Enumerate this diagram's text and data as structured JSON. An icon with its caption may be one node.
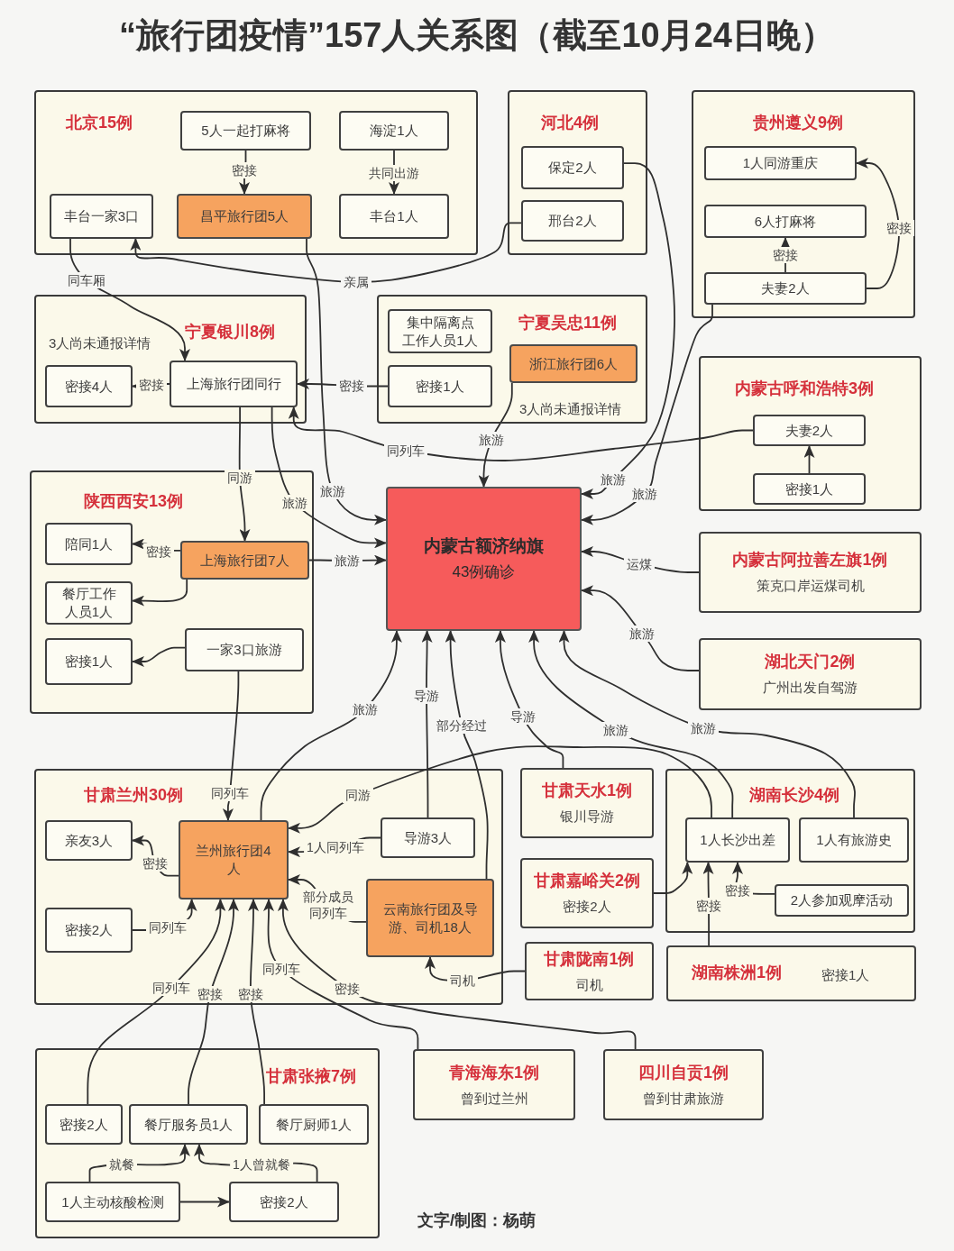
{
  "diagram": {
    "title": "“旅行团疫情”157人关系图（截至10月24日晚）",
    "nodes": [
      {
        "text": [
          "北京15例"
        ]
      },
      {
        "text": [
          "5人一起打麻将"
        ],
        "in": 0
      },
      {
        "text": [
          "海淀1人"
        ],
        "in": 0
      },
      {
        "text": [
          "丰台一家3口"
        ],
        "in": 0
      },
      {
        "text": [
          "昌平旅行团5人"
        ],
        "in": 0
      },
      {
        "text": [
          "丰台1人"
        ],
        "in": 0
      },
      {
        "text": [
          "河北4例"
        ]
      },
      {
        "text": [
          "保定2人"
        ],
        "in": 6
      },
      {
        "text": [
          "邢台2人"
        ],
        "in": 6
      },
      {
        "text": [
          "贵州遵义9例"
        ]
      },
      {
        "text": [
          "1人同游重庆"
        ],
        "in": 9
      },
      {
        "text": [
          "6人打麻将"
        ],
        "in": 9
      },
      {
        "text": [
          "夫妻2人"
        ],
        "in": 9
      },
      {
        "text": [
          "宁夏银川8例",
          "3人尚未通报详情"
        ]
      },
      {
        "text": [
          "密接4人"
        ],
        "in": 13
      },
      {
        "text": [
          "上海旅行团同行"
        ],
        "in": 13
      },
      {
        "text": [
          "宁夏吴忠11例",
          "3人尚未通报详情"
        ]
      },
      {
        "text": [
          "集中隔离点工作人员1人"
        ],
        "in": 16
      },
      {
        "text": [
          "密接1人"
        ],
        "in": 16
      },
      {
        "text": [
          "浙江旅行团6人"
        ],
        "in": 16
      },
      {
        "text": [
          "内蒙古呼和浩特3例"
        ]
      },
      {
        "text": [
          "夫妻2人"
        ],
        "in": 20
      },
      {
        "text": [
          "密接1人"
        ],
        "in": 20
      },
      {
        "text": [
          "陕西西安13例"
        ]
      },
      {
        "text": [
          "陪同1人"
        ],
        "in": 23
      },
      {
        "text": [
          "上海旅行团7人"
        ],
        "in": 23
      },
      {
        "text": [
          "餐厅工作人员1人"
        ],
        "in": 23
      },
      {
        "text": [
          "一家3口旅游"
        ],
        "in": 23
      },
      {
        "text": [
          "密接1人"
        ],
        "in": 23
      },
      {
        "text": [
          "内蒙古额济纳旗",
          "43例确诊"
        ]
      },
      {
        "text": [
          "内蒙古阿拉善左旗1例",
          "策克口岸运煤司机"
        ]
      },
      {
        "text": [
          "湖北天门2例",
          "广州出发自驾游"
        ]
      },
      {
        "text": [
          "甘肃兰州30例"
        ]
      },
      {
        "text": [
          "亲友3人"
        ],
        "in": 32
      },
      {
        "text": [
          "兰州旅行团4人"
        ],
        "in": 32
      },
      {
        "text": [
          "导游3人"
        ],
        "in": 32
      },
      {
        "text": [
          "密接2人"
        ],
        "in": 32
      },
      {
        "text": [
          "云南旅行团及导游、司机18人"
        ],
        "in": 32
      },
      {
        "text": [
          "甘肃天水1例",
          "银川导游"
        ]
      },
      {
        "text": [
          "甘肃嘉峪关2例",
          "密接2人"
        ]
      },
      {
        "text": [
          "甘肃陇南1例",
          "司机"
        ]
      },
      {
        "text": [
          "湖南长沙4例"
        ]
      },
      {
        "text": [
          "1人长沙出差"
        ],
        "in": 41
      },
      {
        "text": [
          "1人有旅游史"
        ],
        "in": 41
      },
      {
        "text": [
          "2人参加观摩活动"
        ],
        "in": 41
      },
      {
        "text": [
          "湖南株洲1例",
          "密接1人"
        ]
      },
      {
        "text": [
          "甘肃张掖7例"
        ]
      },
      {
        "text": [
          "密接2人"
        ],
        "in": 46
      },
      {
        "text": [
          "餐厅服务员1人"
        ],
        "in": 46
      },
      {
        "text": [
          "餐厅厨师1人"
        ],
        "in": 46
      },
      {
        "text": [
          "1人主动核酸检测"
        ],
        "in": 46
      },
      {
        "text": [
          "密接2人"
        ],
        "in": 46
      },
      {
        "text": [
          "青海海东1例",
          "曾到过兰州"
        ]
      },
      {
        "text": [
          "四川自贡1例",
          "曾到甘肃旅游"
        ]
      }
    ],
    "edges": [
      {
        "from": 1,
        "to": 4,
        "label": "密接",
        "arrow": "to"
      },
      {
        "from": 2,
        "to": 5,
        "label": "共同出游",
        "arrow": "to"
      },
      {
        "from": 8,
        "to": 3,
        "label": "亲属",
        "arrow": "to"
      },
      {
        "from": 3,
        "to": 15,
        "label": "同车厢",
        "arrow": "to"
      },
      {
        "from": 4,
        "to": 29,
        "label": "旅游",
        "arrow": "to"
      },
      {
        "from": 15,
        "to": 29,
        "label": "旅游",
        "arrow": "to"
      },
      {
        "from": 15,
        "to": 25,
        "label": "同游",
        "arrow": "to"
      },
      {
        "from": 18,
        "to": 15,
        "label": "密接",
        "arrow": "to"
      },
      {
        "from": 15,
        "to": 14,
        "label": "密接",
        "arrow": "to"
      },
      {
        "from": 21,
        "to": 15,
        "label": "同列车",
        "arrow": "to"
      },
      {
        "from": 19,
        "to": 29,
        "label": "旅游",
        "arrow": "to"
      },
      {
        "from": 7,
        "to": 29,
        "label": "旅游",
        "arrow": "to"
      },
      {
        "from": 12,
        "to": 29,
        "label": "旅游",
        "arrow": "to"
      },
      {
        "from": 30,
        "to": 29,
        "label": "运煤",
        "arrow": "to"
      },
      {
        "from": 31,
        "to": 29,
        "label": "旅游",
        "arrow": "to"
      },
      {
        "from": 25,
        "to": 29,
        "label": "旅游",
        "arrow": "to"
      },
      {
        "from": 25,
        "to": 24,
        "label": "密接",
        "arrow": "to"
      },
      {
        "from": 25,
        "to": 26,
        "arrow": "to"
      },
      {
        "from": 27,
        "to": 28,
        "arrow": "to"
      },
      {
        "from": 27,
        "to": 34,
        "label": "同列车",
        "arrow": "to"
      },
      {
        "from": 34,
        "to": 29,
        "label": "旅游",
        "arrow": "to"
      },
      {
        "from": 35,
        "to": 29,
        "label": "导游",
        "arrow": "to"
      },
      {
        "from": 37,
        "to": 29,
        "label": "部分经过",
        "arrow": "to"
      },
      {
        "from": 38,
        "to": 29,
        "label": "导游",
        "arrow": "to"
      },
      {
        "from": 42,
        "to": 29,
        "label": "旅游",
        "arrow": "to"
      },
      {
        "from": 43,
        "to": 29,
        "label": "旅游",
        "arrow": "to"
      },
      {
        "from": 42,
        "to": 34,
        "label": "同游",
        "arrow": "to"
      },
      {
        "from": 34,
        "to": 33,
        "label": "密接",
        "arrow": "to"
      },
      {
        "from": 36,
        "to": 34,
        "label": "同列车",
        "arrow": "to"
      },
      {
        "from": 35,
        "to": 34,
        "label": "1人同列车",
        "arrow": "to"
      },
      {
        "from": 37,
        "to": 34,
        "label": "部分成员同列车",
        "arrow": "to"
      },
      {
        "from": 47,
        "to": 34,
        "label": "同列车",
        "arrow": "to"
      },
      {
        "from": 48,
        "to": 34,
        "label": "密接",
        "arrow": "to"
      },
      {
        "from": 49,
        "to": 34,
        "label": "密接",
        "arrow": "to"
      },
      {
        "from": 52,
        "to": 34,
        "label": "同列车",
        "arrow": "to"
      },
      {
        "from": 53,
        "to": 34,
        "label": "密接",
        "arrow": "to"
      },
      {
        "from": 40,
        "to": 37,
        "label": "司机",
        "arrow": "to"
      },
      {
        "from": 39,
        "to": 42,
        "arrow": "to"
      },
      {
        "from": 44,
        "to": 42,
        "label": "密接",
        "arrow": "to"
      },
      {
        "from": 45,
        "to": 42,
        "label": "密接",
        "arrow": "to"
      },
      {
        "from": 12,
        "to": 11,
        "label": "密接",
        "arrow": "to"
      },
      {
        "from": 12,
        "to": 10,
        "label": "密接",
        "arrow": "to"
      },
      {
        "from": 22,
        "to": 21,
        "arrow": "to"
      },
      {
        "from": 50,
        "to": 51,
        "arrow": "to"
      },
      {
        "from": 50,
        "to": 48,
        "label": "就餐",
        "arrow": "to"
      },
      {
        "from": 51,
        "to": 48,
        "label": "1人曾就餐",
        "arrow": "to"
      }
    ],
    "labels": [
      "文字/制图：杨萌"
    ]
  }
}
